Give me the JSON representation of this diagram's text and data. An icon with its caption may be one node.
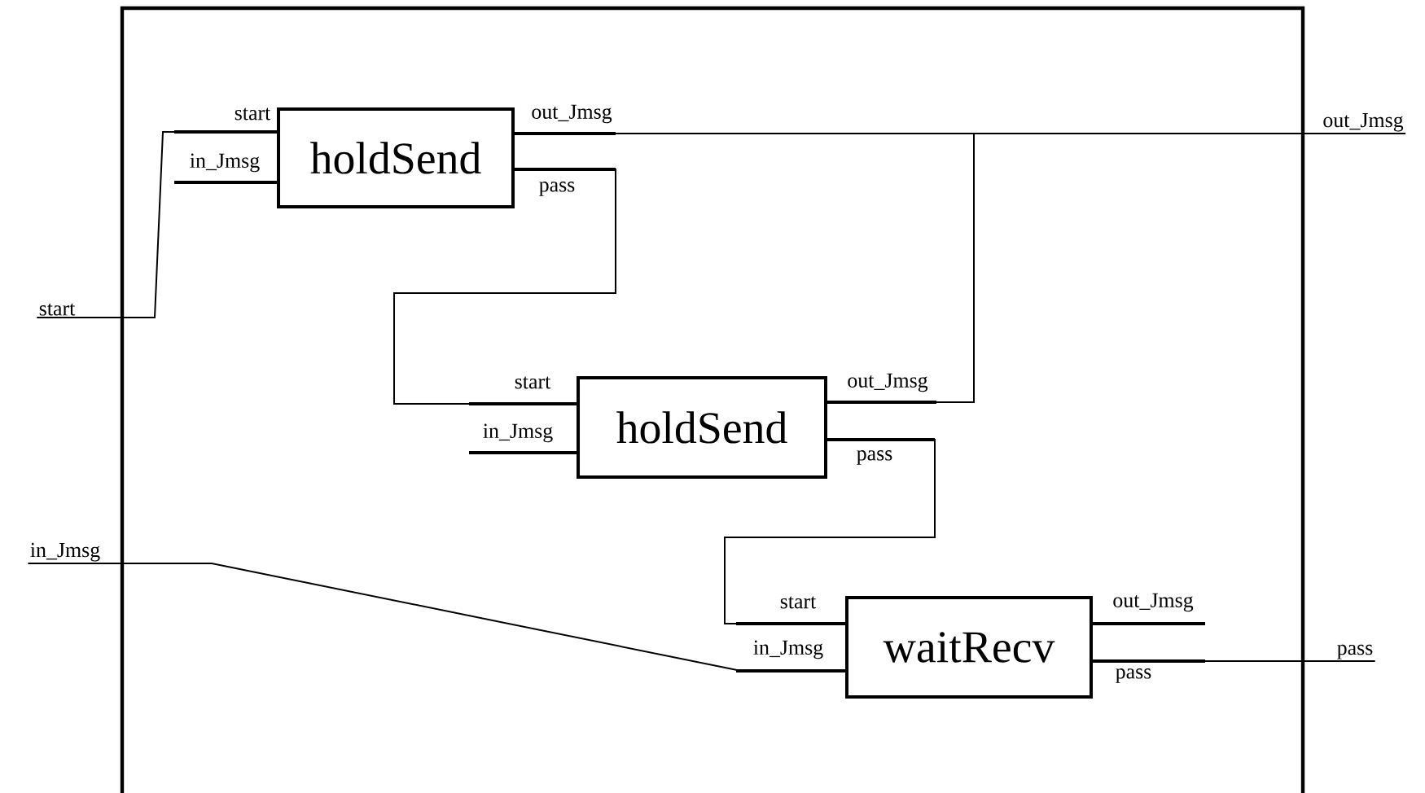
{
  "diagram": {
    "nodes": [
      {
        "text": [],
        "shape": "box"
      },
      {
        "text": [
          "holdSend"
        ],
        "in": 0,
        "beside": [
          "start",
          "in_Jmsg",
          "out_Jmsg",
          "pass"
        ]
      },
      {
        "text": [
          "holdSend"
        ],
        "in": 0,
        "beside": [
          "start",
          "in_Jmsg",
          "out_Jmsg",
          "pass"
        ]
      },
      {
        "text": [
          "waitRecv"
        ],
        "in": 0,
        "beside": [
          "start",
          "in_Jmsg",
          "out_Jmsg",
          "pass"
        ]
      },
      {
        "text": [
          "start"
        ]
      },
      {
        "text": [
          "in_Jmsg"
        ]
      },
      {
        "text": [
          "out_Jmsg"
        ]
      },
      {
        "text": [
          "pass"
        ]
      }
    ],
    "edges": [
      {
        "from": 4,
        "to": 1,
        "arrow": "none"
      },
      {
        "from": 1,
        "to": 6,
        "arrow": "none"
      },
      {
        "from": 1,
        "to": 2,
        "arrow": "none"
      },
      {
        "from": 2,
        "to": 6,
        "arrow": "none"
      },
      {
        "from": 2,
        "to": 3,
        "arrow": "none"
      },
      {
        "from": 5,
        "to": 3,
        "arrow": "none"
      },
      {
        "from": 3,
        "to": 7,
        "arrow": "none"
      }
    ]
  }
}
